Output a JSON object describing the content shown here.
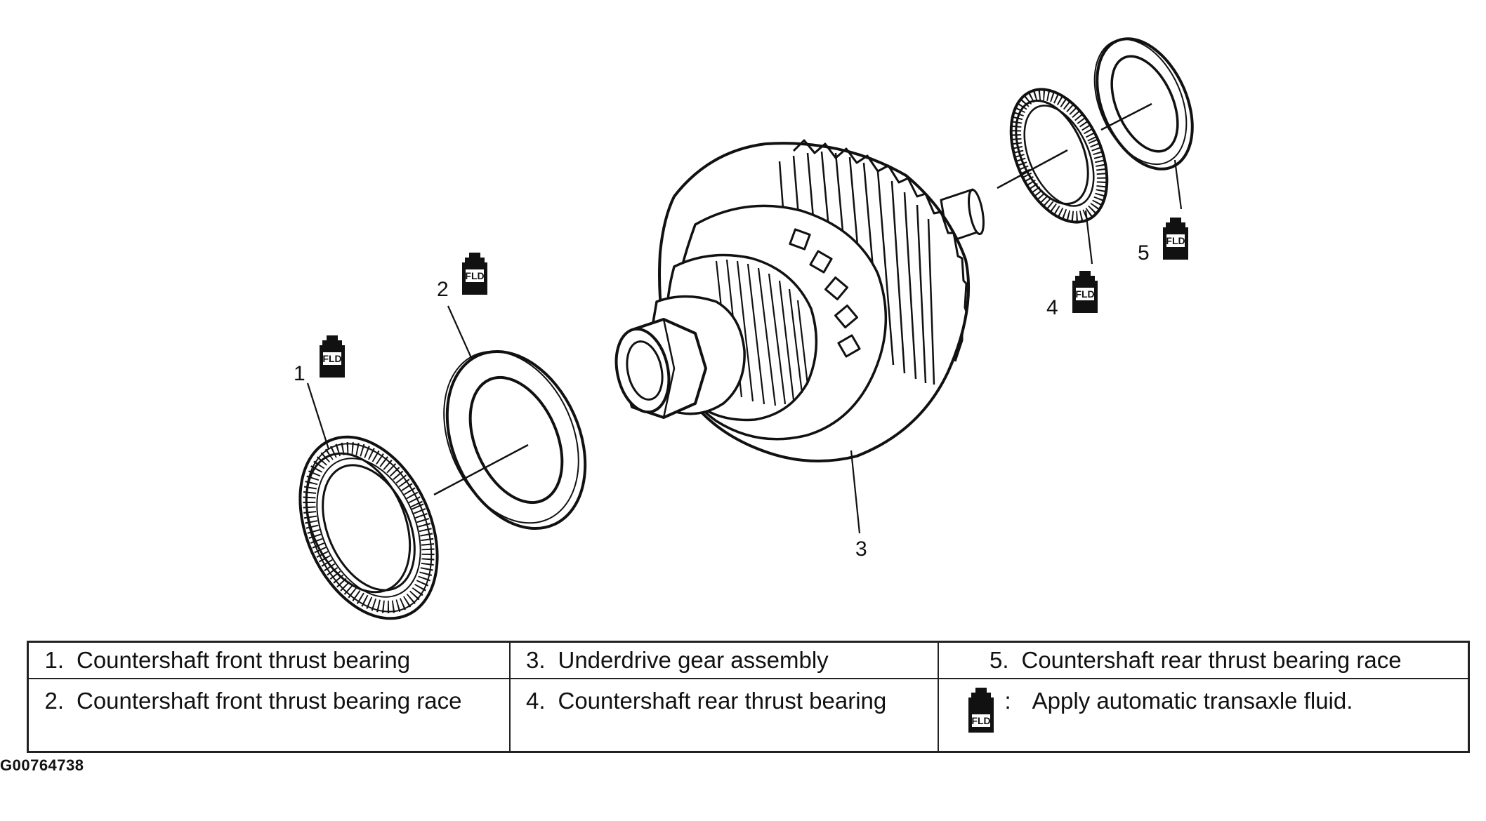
{
  "callouts": [
    "1",
    "2",
    "3",
    "4",
    "5"
  ],
  "fluid_icon_label": "FLD",
  "legend": {
    "row1": [
      {
        "num": "1.",
        "text": "Countershaft front thrust bearing"
      },
      {
        "num": "3.",
        "text": "Underdrive gear assembly"
      },
      {
        "num": "5.",
        "text": "Countershaft rear thrust bearing race"
      }
    ],
    "row2": [
      {
        "num": "2.",
        "text": "Countershaft front thrust bearing race"
      },
      {
        "num": "4.",
        "text": "Countershaft rear thrust bearing"
      }
    ],
    "fluid_colon": ":",
    "fluid_note": "Apply automatic transaxle fluid."
  },
  "figure_id": "G00764738"
}
